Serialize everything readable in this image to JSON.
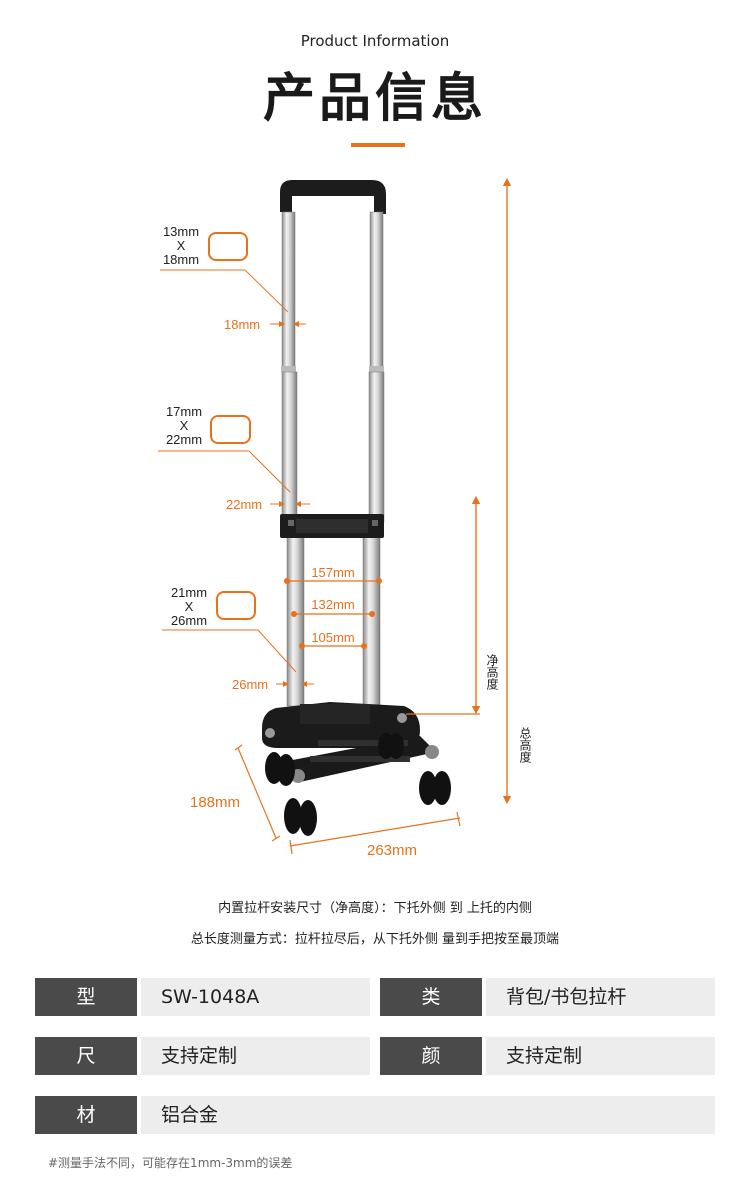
{
  "header": {
    "title_en": "Product Information",
    "title_cn": "产品信息"
  },
  "dimensions": {
    "tube_top": {
      "w": "13mm",
      "x": "X",
      "h": "18mm",
      "width": "18mm"
    },
    "tube_mid": {
      "w": "17mm",
      "x": "X",
      "h": "22mm",
      "width": "22mm"
    },
    "tube_low": {
      "w": "21mm",
      "x": "X",
      "h": "26mm",
      "width": "26mm"
    },
    "spacing_top": "157mm",
    "spacing_mid": "132mm",
    "spacing_low": "105mm",
    "depth": "188mm",
    "width": "263mm",
    "net_height": "净高度",
    "total_height": "总高度"
  },
  "notes": {
    "line1": "内置拉杆安装尺寸（净高度）：下托外侧 到 上托的内侧",
    "line2": "总长度测量方式：拉杆拉尽后，从下托外侧 量到手把按至最顶端"
  },
  "specs": {
    "model_label": "型号",
    "model_value": "SW-1048A",
    "category_label": "类别",
    "category_value": "背包/书包拉杆",
    "size_label": "尺寸",
    "size_value": "支持定制",
    "color_label": "颜色",
    "color_value": "支持定制",
    "material_label": "材质",
    "material_value": "铝合金"
  },
  "footnote": "#测量手法不同，可能存在1mm-3mm的误差",
  "colors": {
    "accent": "#e8721c",
    "label_bg": "#4a4a4a",
    "value_bg": "#ededed"
  }
}
